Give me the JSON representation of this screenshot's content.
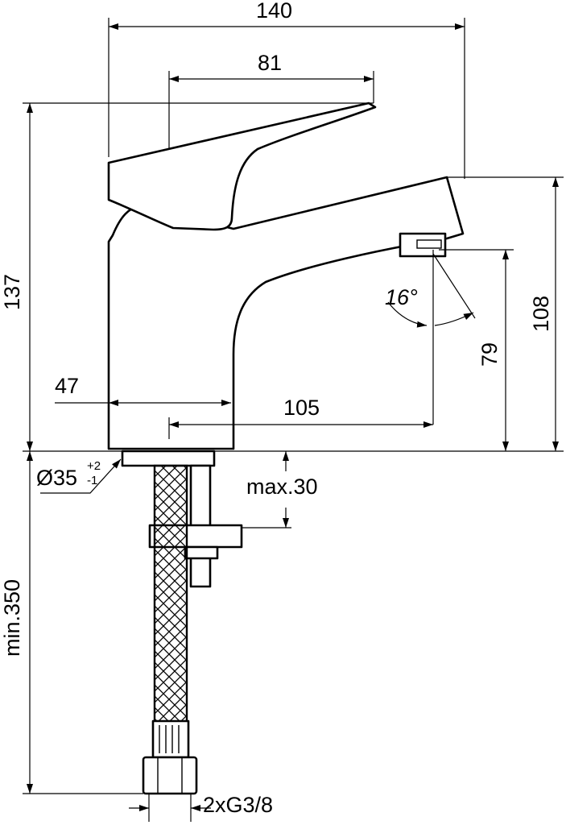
{
  "drawing": {
    "dimensions": {
      "overall_width": "140",
      "lever_length": "81",
      "overall_height": "137",
      "spout_height": "108",
      "outlet_height": "79",
      "body_width": "47",
      "projection": "105",
      "spray_angle": "16°",
      "base_diameter": "Ø35",
      "base_diameter_tol_plus": "+2",
      "base_diameter_tol_minus": "-1",
      "max_thickness": "max.30",
      "hose_length": "min.350",
      "connection": "2xG3/8"
    },
    "line_color": "#000000",
    "background_color": "#ffffff"
  }
}
